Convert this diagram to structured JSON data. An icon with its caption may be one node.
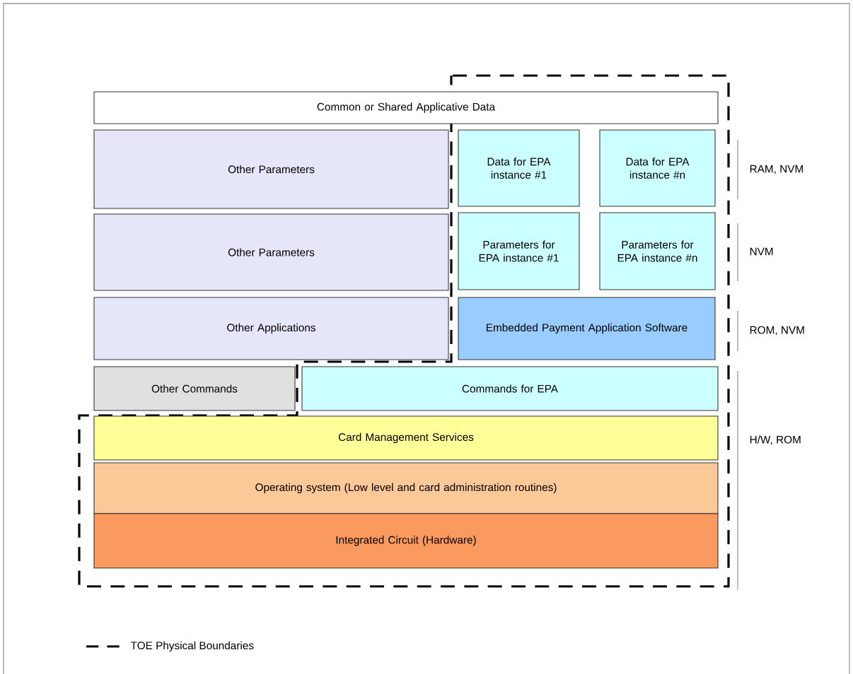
{
  "diagram": {
    "nodes": [
      {
        "text": [
          "Common or Shared Applicative Data"
        ]
      },
      {
        "text": [
          "Other Parameters"
        ]
      },
      {
        "text": [
          "Data for EPA instance #1"
        ]
      },
      {
        "text": [
          "Data for EPA instance #n"
        ]
      },
      {
        "text": [
          "Other Parameters"
        ]
      },
      {
        "text": [
          "Parameters for EPA instance #1"
        ]
      },
      {
        "text": [
          "Parameters for EPA instance #n"
        ]
      },
      {
        "text": [
          "Other Applications"
        ]
      },
      {
        "text": [
          "Embedded Payment Application Software"
        ]
      },
      {
        "text": [
          "Other Commands"
        ]
      },
      {
        "text": [
          "Commands for EPA"
        ]
      },
      {
        "text": [
          "Card Management Services"
        ]
      },
      {
        "text": [
          "Operating system (Low level and card administration routines)"
        ]
      },
      {
        "text": [
          "Integrated Circuit (Hardware)"
        ]
      }
    ],
    "edges": [],
    "labels": [
      "RAM, NVM",
      "NVM",
      "ROM, NVM",
      "H/W, ROM"
    ],
    "legend": [
      {
        "text": "TOE Physical Boundaries"
      }
    ]
  }
}
